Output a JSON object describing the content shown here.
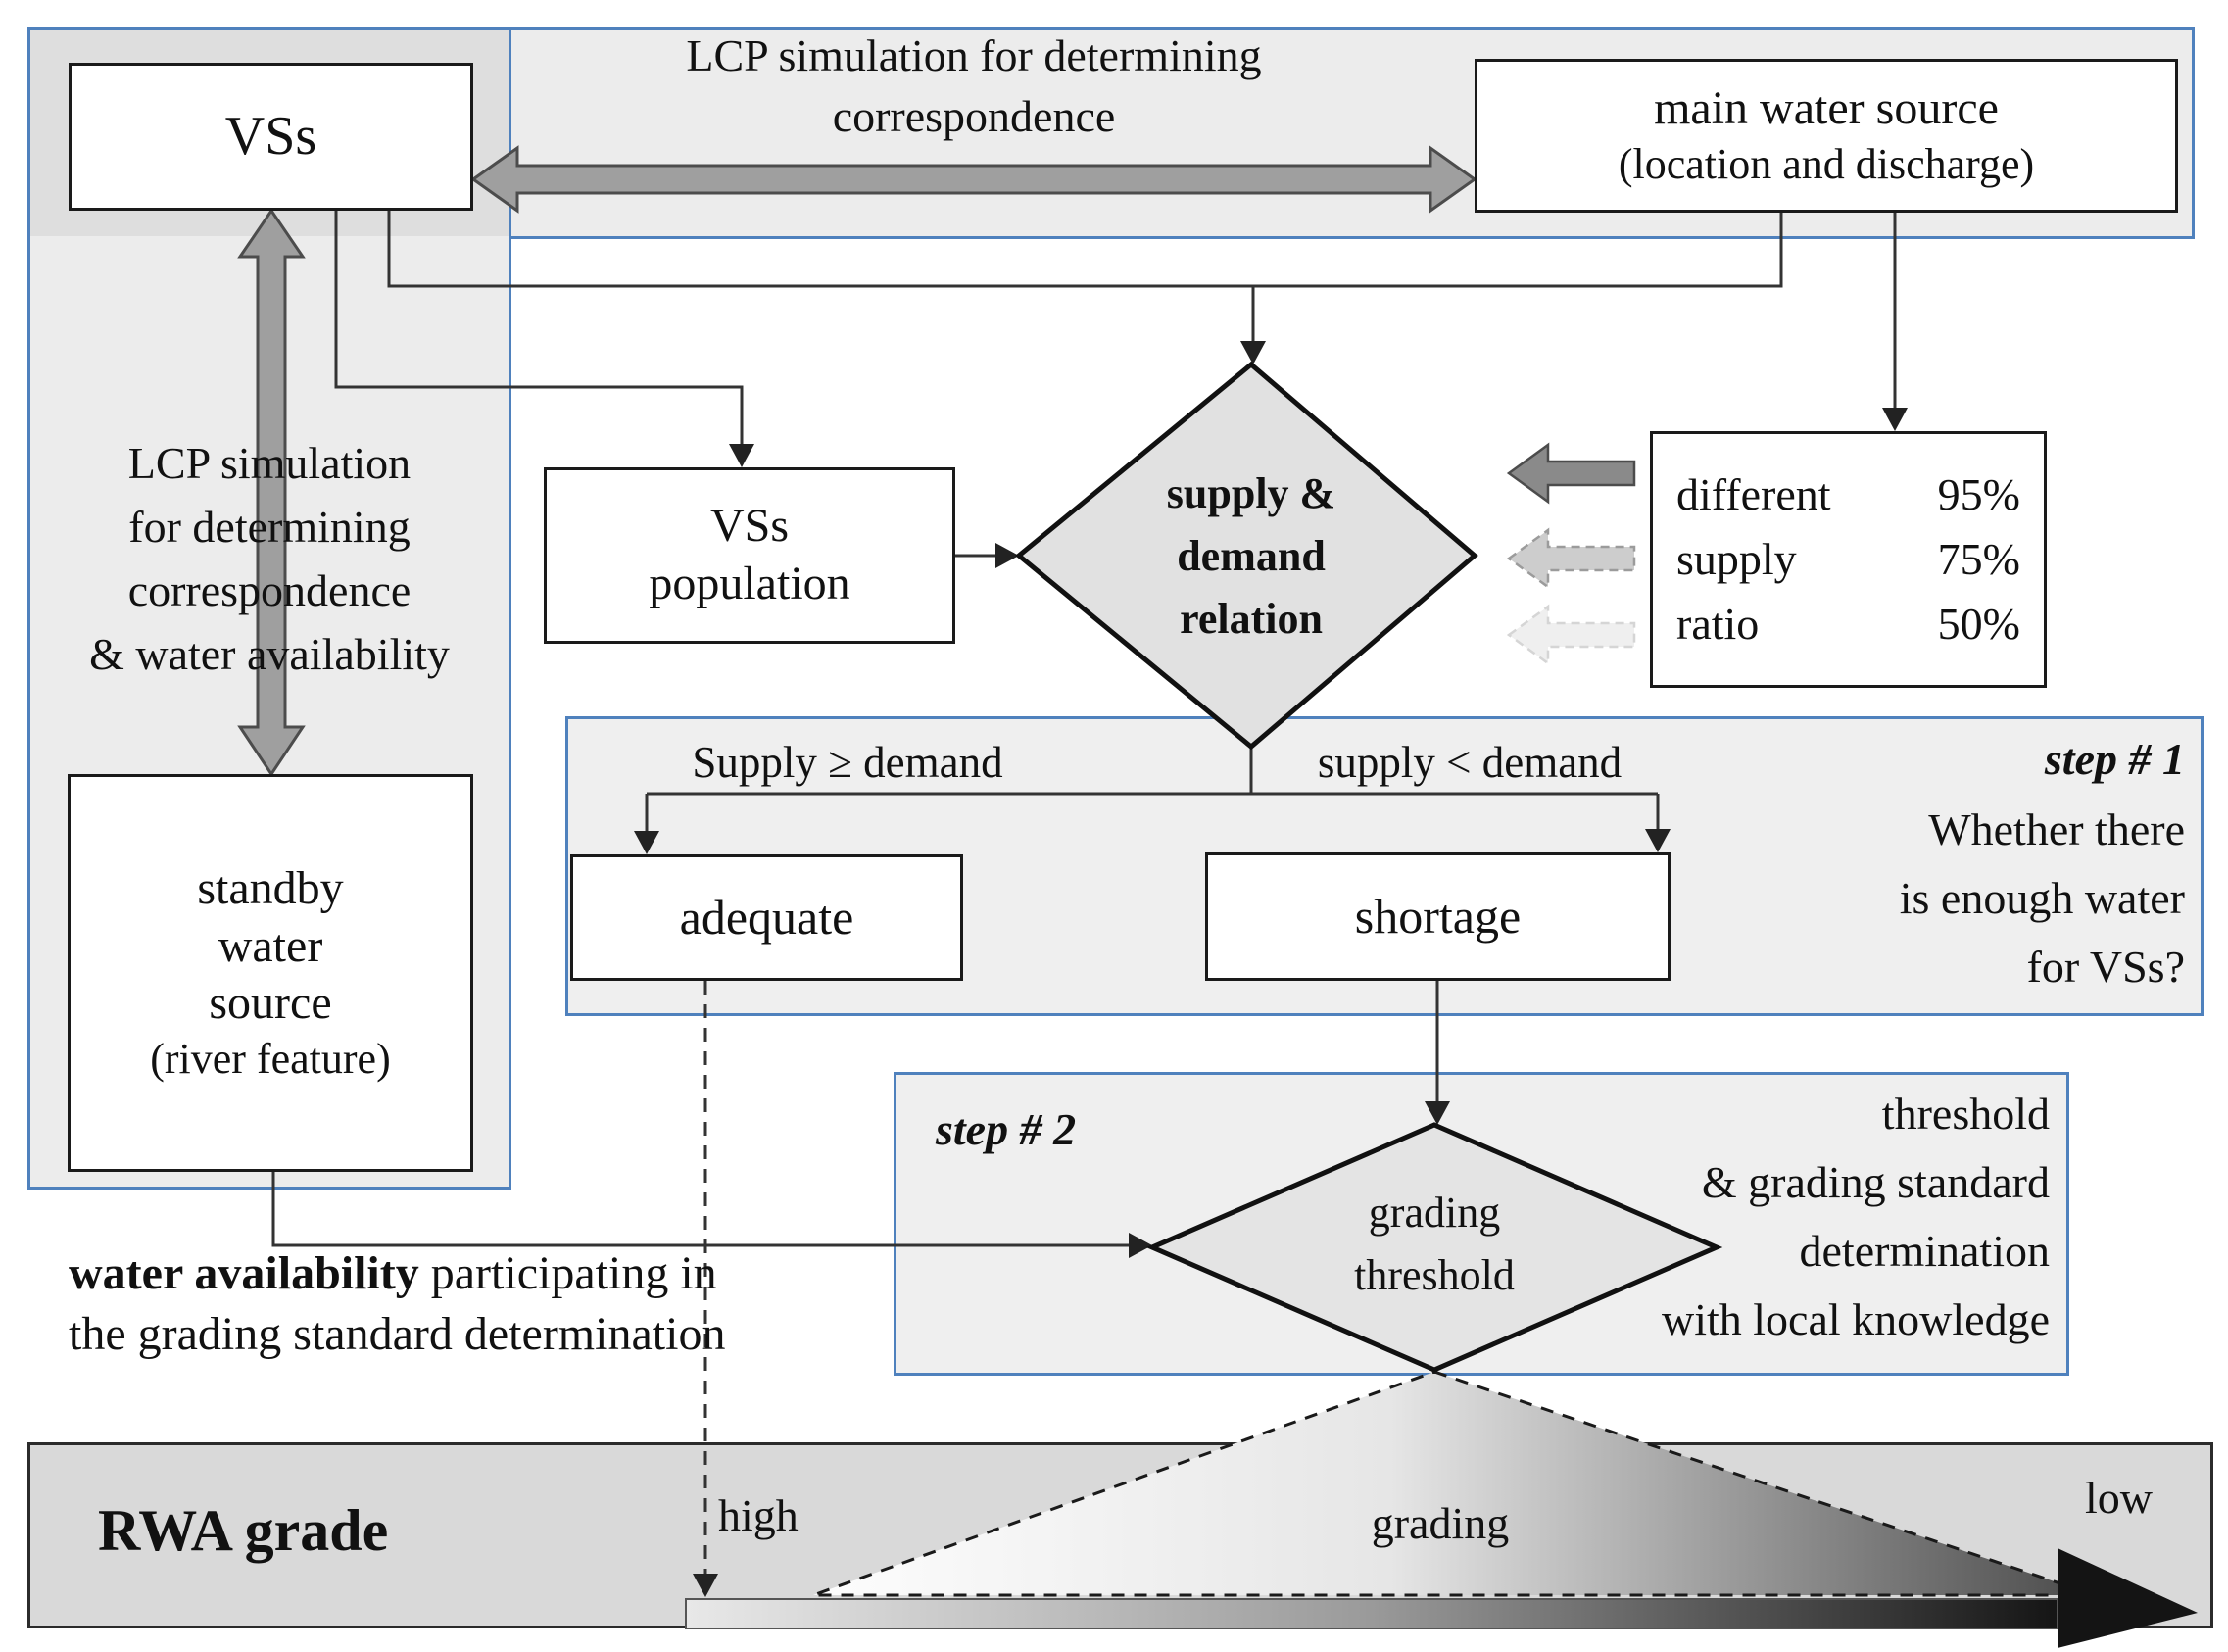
{
  "colors": {
    "panel_border": "#4f81bd",
    "panel_bg": "#ececec",
    "box_border": "#1a1a1a",
    "diamond_fill": "#e1e1e1",
    "thick_arrow_gray": "#9f9f9f",
    "bar_bg": "#d9d9d9"
  },
  "top_panel": {
    "lcp_line1": "LCP simulation for determining",
    "lcp_line2": "correspondence"
  },
  "left_panel": {
    "lines": [
      "LCP simulation",
      "for determining",
      "correspondence",
      "& water availability"
    ]
  },
  "nodes": {
    "vss": "VSs",
    "main_water_source": {
      "line1": "main water source",
      "line2": "(location and discharge)"
    },
    "vss_population": {
      "line1": "VSs",
      "line2": "population"
    },
    "supply_demand_diamond": {
      "line1": "supply &",
      "line2": "demand",
      "line3": "relation"
    },
    "different_supply_ratio": {
      "rows": [
        {
          "label": "different",
          "value": "95%"
        },
        {
          "label": "supply",
          "value": "75%"
        },
        {
          "label": "ratio",
          "value": "50%"
        }
      ]
    },
    "adequate": "adequate",
    "shortage": "shortage",
    "grading_threshold": {
      "line1": "grading",
      "line2": "threshold"
    },
    "standby": {
      "line1": "standby",
      "line2": "water",
      "line3": "source",
      "line4": "(river feature)"
    }
  },
  "edges": {
    "supply_ge": "Supply ≥ demand",
    "supply_lt": "supply < demand"
  },
  "step1": {
    "title": "step # 1",
    "lines": [
      "Whether there",
      "is enough water",
      "for VSs?"
    ]
  },
  "step2": {
    "title": "step # 2",
    "lines": [
      "threshold",
      "& grading standard",
      "determination",
      "with local knowledge"
    ]
  },
  "note": {
    "bold": "water availability",
    "rest": " participating in",
    "line2": "the grading standard determination"
  },
  "bar": {
    "title": "RWA grade",
    "high": "high",
    "grading": "grading",
    "low": "low"
  }
}
